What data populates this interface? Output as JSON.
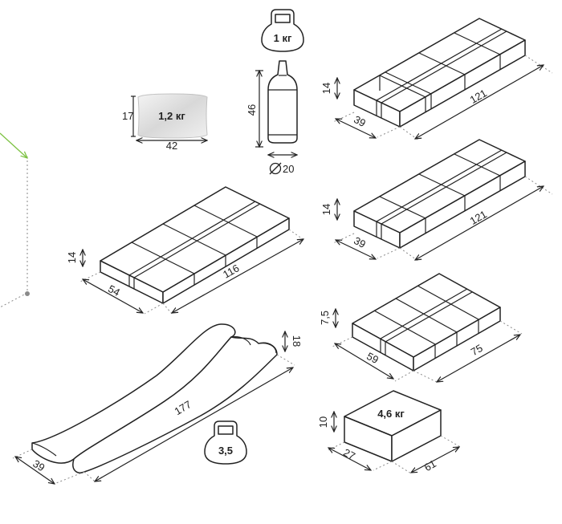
{
  "colors": {
    "ink": "#222222",
    "guide": "#8a8a8a",
    "accent": "#7cc242",
    "packet": "#e8e8e8"
  },
  "weights": {
    "kettlebell_top": "1 кг",
    "packet": "1,2 кг",
    "box": "4,6 кг",
    "kettlebell_mat": "3,5"
  },
  "packet_dims": {
    "height": "17",
    "width": "42"
  },
  "bottle_dims": {
    "height": "46",
    "diameter": "20"
  },
  "mat1_dims": {
    "height": "14",
    "depth": "39",
    "length": "121"
  },
  "mat2_dims": {
    "height": "14",
    "depth": "39",
    "length": "121"
  },
  "mat_left_dims": {
    "height": "14",
    "depth": "54",
    "length": "116"
  },
  "mat3_dims": {
    "height": "7,5",
    "depth": "59",
    "length": "75"
  },
  "roll_dims": {
    "height": "18",
    "length": "177",
    "width": "39"
  },
  "box_dims": {
    "height": "10",
    "depth": "27",
    "length": "61"
  },
  "icons": [
    "kettlebell-icon",
    "diameter-icon",
    "arrow-icon"
  ]
}
